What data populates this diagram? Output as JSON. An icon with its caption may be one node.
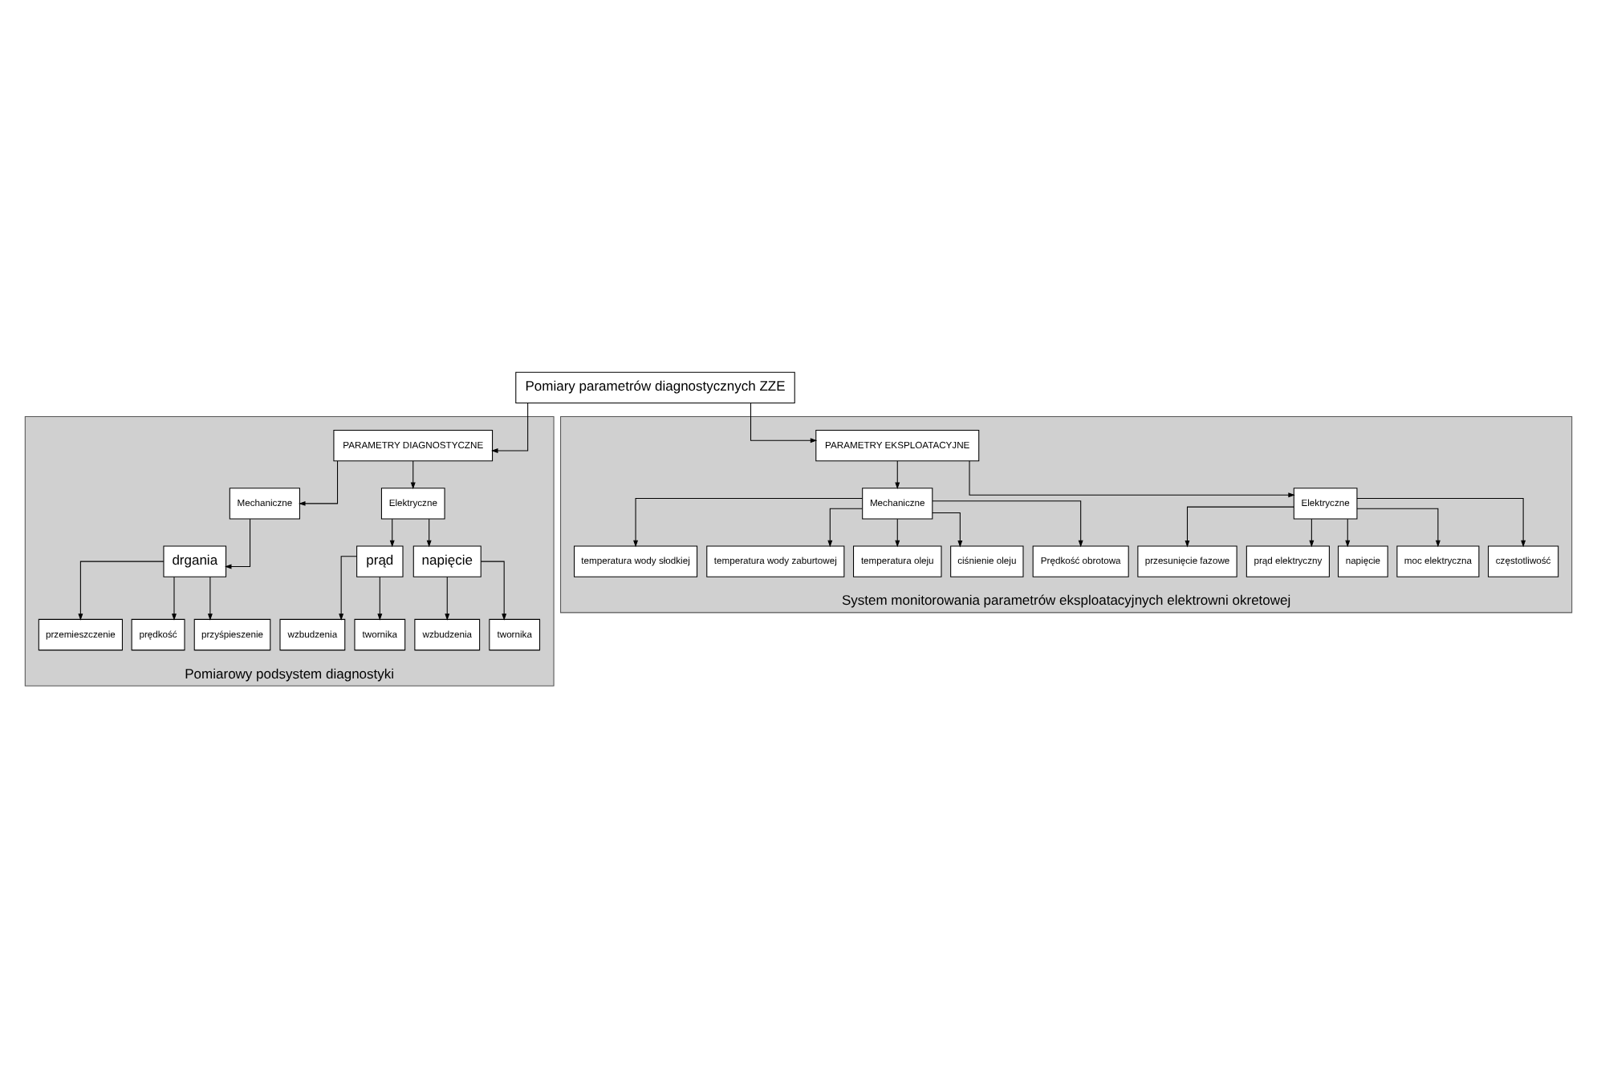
{
  "diagram": {
    "nodes": [
      {
        "text": [
          "Pomiary parametrów diagnostycznych ZZE"
        ]
      },
      {
        "text": [
          "Pomiarowy podsystem diagnostyki"
        ]
      },
      {
        "text": [
          "PARAMETRY DIAGNOSTYCZNE"
        ],
        "in": 1
      },
      {
        "text": [
          "Mechaniczne"
        ],
        "in": 1
      },
      {
        "text": [
          "Elektryczne"
        ],
        "in": 1
      },
      {
        "text": [
          "drgania"
        ],
        "in": 1
      },
      {
        "text": [
          "prąd"
        ],
        "in": 1
      },
      {
        "text": [
          "napięcie"
        ],
        "in": 1
      },
      {
        "text": [
          "przemieszczenie"
        ],
        "in": 1
      },
      {
        "text": [
          "prędkość"
        ],
        "in": 1
      },
      {
        "text": [
          "przyśpieszenie"
        ],
        "in": 1
      },
      {
        "text": [
          "wzbudzenia"
        ],
        "in": 1
      },
      {
        "text": [
          "twornika"
        ],
        "in": 1
      },
      {
        "text": [
          "wzbudzenia"
        ],
        "in": 1
      },
      {
        "text": [
          "twornika"
        ],
        "in": 1
      },
      {
        "text": [
          "System monitorowania parametrów eksploatacyjnych elektrowni okretowej"
        ]
      },
      {
        "text": [
          "PARAMETRY EKSPLOATACYJNE"
        ],
        "in": 15
      },
      {
        "text": [
          "Mechaniczne"
        ],
        "in": 15
      },
      {
        "text": [
          "Elektryczne"
        ],
        "in": 15
      },
      {
        "text": [
          "temperatura wody słodkiej"
        ],
        "in": 15
      },
      {
        "text": [
          "temperatura wody zaburtowej"
        ],
        "in": 15
      },
      {
        "text": [
          "temperatura oleju"
        ],
        "in": 15
      },
      {
        "text": [
          "ciśnienie oleju"
        ],
        "in": 15
      },
      {
        "text": [
          "Prędkość obrotowa"
        ],
        "in": 15
      },
      {
        "text": [
          "przesunięcie fazowe"
        ],
        "in": 15
      },
      {
        "text": [
          "prąd elektryczny"
        ],
        "in": 15
      },
      {
        "text": [
          "napięcie"
        ],
        "in": 15
      },
      {
        "text": [
          "moc elektryczna"
        ],
        "in": 15
      },
      {
        "text": [
          "częstotliwość"
        ],
        "in": 15
      }
    ],
    "edges": [
      {
        "from": 0,
        "to": 2,
        "arrow": "to"
      },
      {
        "from": 0,
        "to": 16,
        "arrow": "to"
      },
      {
        "from": 2,
        "to": 3,
        "arrow": "to"
      },
      {
        "from": 2,
        "to": 4,
        "arrow": "to"
      },
      {
        "from": 3,
        "to": 5,
        "arrow": "to"
      },
      {
        "from": 4,
        "to": 6,
        "arrow": "to"
      },
      {
        "from": 4,
        "to": 7,
        "arrow": "to"
      },
      {
        "from": 5,
        "to": 8,
        "arrow": "to"
      },
      {
        "from": 5,
        "to": 9,
        "arrow": "to"
      },
      {
        "from": 5,
        "to": 10,
        "arrow": "to"
      },
      {
        "from": 6,
        "to": 11,
        "arrow": "to"
      },
      {
        "from": 6,
        "to": 12,
        "arrow": "to"
      },
      {
        "from": 7,
        "to": 13,
        "arrow": "to"
      },
      {
        "from": 7,
        "to": 14,
        "arrow": "to"
      },
      {
        "from": 16,
        "to": 17,
        "arrow": "to"
      },
      {
        "from": 16,
        "to": 18,
        "arrow": "to"
      },
      {
        "from": 17,
        "to": 19,
        "arrow": "to"
      },
      {
        "from": 17,
        "to": 20,
        "arrow": "to"
      },
      {
        "from": 17,
        "to": 21,
        "arrow": "to"
      },
      {
        "from": 17,
        "to": 22,
        "arrow": "to"
      },
      {
        "from": 17,
        "to": 23,
        "arrow": "to"
      },
      {
        "from": 18,
        "to": 24,
        "arrow": "to"
      },
      {
        "from": 18,
        "to": 25,
        "arrow": "to"
      },
      {
        "from": 18,
        "to": 26,
        "arrow": "to"
      },
      {
        "from": 18,
        "to": 27,
        "arrow": "to"
      },
      {
        "from": 18,
        "to": 28,
        "arrow": "to"
      }
    ]
  }
}
